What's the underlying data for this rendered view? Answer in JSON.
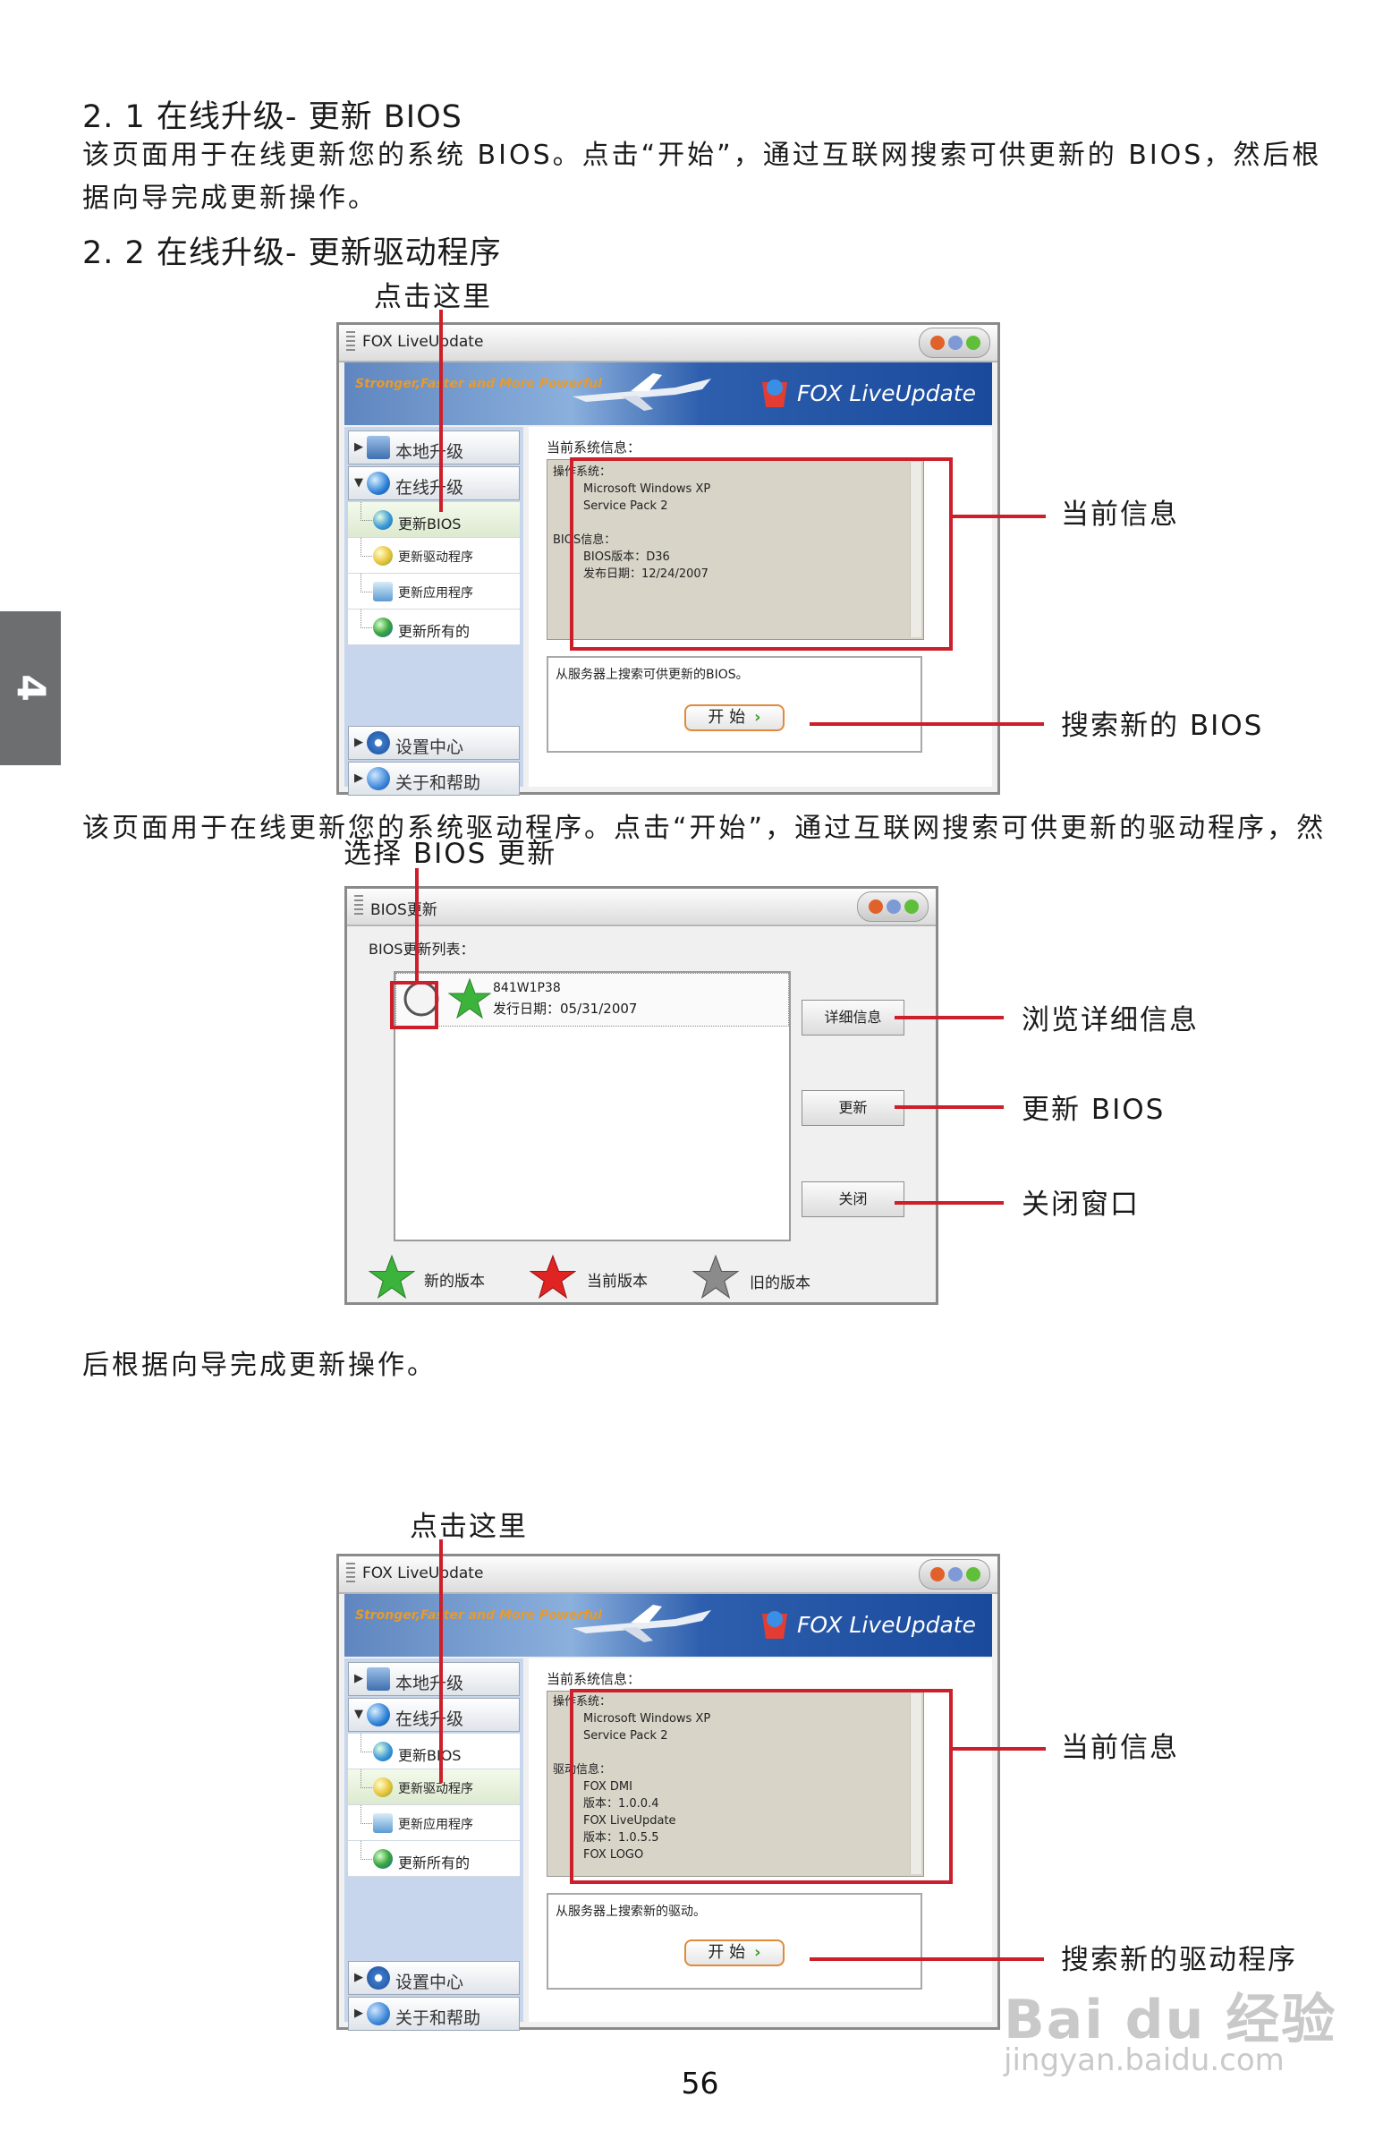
{
  "section_2_1": {
    "heading": "2. 1  在线升级- 更新 BIOS",
    "para_line1": "该页面用于在线更新您的系统  BIOS。点击“开始”，通过互联网搜索可供更新的  BIOS，然后根",
    "para_line2": "据向导完成更新操作。"
  },
  "section_2_2": {
    "heading": "2. 2  在线升级- 更新驱动程序",
    "para_line1": "该页面用于在线更新您的系统驱动程序。点击“开始”，通过互联网搜索可供更新的驱动程序，然",
    "para_line2": "后根据向导完成更新操作。"
  },
  "side_tab": "4",
  "window1": {
    "callout_click": "点击这里",
    "title": "FOX LiveUpdate",
    "slogan": "Stronger,Faster and More Powerful",
    "brand": "FOX LiveUpdate",
    "nav": {
      "local": "本地升级",
      "online": "在线升级",
      "sub_bios": "更新BIOS",
      "sub_driver": "更新驱动程序",
      "sub_app": "更新应用程序",
      "sub_all": "更新所有的",
      "settings": "设置中心",
      "about": "关于和帮助"
    },
    "info_label": "当前系统信息：",
    "info_lines": [
      "操作系统：",
      "Microsoft Windows XP",
      "Service Pack 2",
      "",
      "BIOS信息：",
      "BIOS版本：D36",
      "发布日期：12/24/2007"
    ],
    "search_text": "从服务器上搜索可供更新的BIOS。",
    "start_label": "开  始",
    "callout_info": "当前信息",
    "callout_search": "搜索新的  BIOS"
  },
  "dialog": {
    "callout_select": "选择  BIOS  更新",
    "title": "BIOS更新",
    "list_label": "BIOS更新列表：",
    "item_name": "841W1P38",
    "item_date": "发行日期：05/31/2007",
    "btn_detail": "详细信息",
    "btn_update": "更新",
    "btn_close": "关闭",
    "legend_new": "新的版本",
    "legend_current": "当前版本",
    "legend_old": "旧的版本",
    "callout_detail": "浏览详细信息",
    "callout_update": "更新  BIOS",
    "callout_close": "关闭窗口"
  },
  "window2": {
    "callout_click": "点击这里",
    "title": "FOX LiveUpdate",
    "slogan": "Stronger,Faster and More Powerful",
    "brand": "FOX LiveUpdate",
    "nav": {
      "local": "本地升级",
      "online": "在线升级",
      "sub_bios": "更新BIOS",
      "sub_driver": "更新驱动程序",
      "sub_app": "更新应用程序",
      "sub_all": "更新所有的",
      "settings": "设置中心",
      "about": "关于和帮助"
    },
    "info_label": "当前系统信息：",
    "info_lines": [
      "操作系统：",
      "Microsoft Windows XP",
      "Service Pack 2",
      "",
      "驱动信息：",
      "FOX DMI",
      "版本：1.0.0.4",
      "FOX LiveUpdate",
      "版本：1.0.5.5",
      "FOX LOGO"
    ],
    "search_text": "从服务器上搜索新的驱动。",
    "start_label": "开  始",
    "callout_info": "当前信息",
    "callout_search": "搜索新的驱动程序"
  },
  "page_number": "56",
  "watermark": {
    "logo": "Bai du 经验",
    "url": "jingyan.baidu.com"
  }
}
